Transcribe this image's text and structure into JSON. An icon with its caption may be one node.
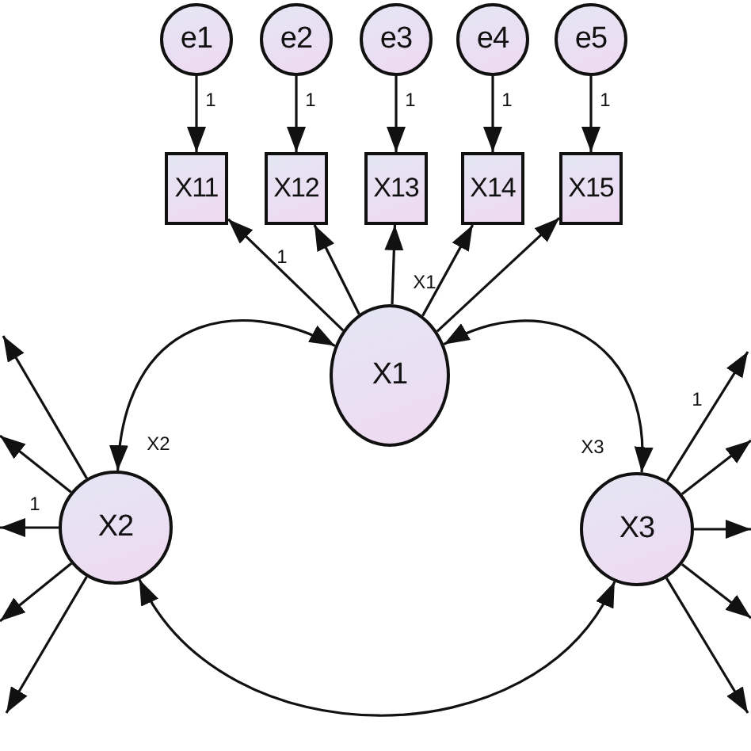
{
  "diagram": {
    "nodes": [
      {
        "text": [
          "e1"
        ]
      },
      {
        "text": [
          "e2"
        ]
      },
      {
        "text": [
          "e3"
        ]
      },
      {
        "text": [
          "e4"
        ]
      },
      {
        "text": [
          "e5"
        ]
      },
      {
        "text": [
          "X11"
        ]
      },
      {
        "text": [
          "X12"
        ]
      },
      {
        "text": [
          "X13"
        ]
      },
      {
        "text": [
          "X14"
        ]
      },
      {
        "text": [
          "X15"
        ]
      },
      {
        "text": [
          "X1"
        ],
        "beside": [
          "X1"
        ]
      },
      {
        "text": [
          "X2"
        ],
        "beside": [
          "X2"
        ]
      },
      {
        "text": [
          "X3"
        ],
        "beside": [
          "X3"
        ]
      }
    ],
    "edges": [
      {
        "from": 0,
        "to": 5,
        "arrow": "to",
        "label": "1"
      },
      {
        "from": 1,
        "to": 6,
        "arrow": "to",
        "label": "1"
      },
      {
        "from": 2,
        "to": 7,
        "arrow": "to",
        "label": "1"
      },
      {
        "from": 3,
        "to": 8,
        "arrow": "to",
        "label": "1"
      },
      {
        "from": 4,
        "to": 9,
        "arrow": "to",
        "label": "1"
      },
      {
        "from": 10,
        "to": 5,
        "arrow": "to",
        "label": "1"
      },
      {
        "from": 10,
        "to": 6,
        "arrow": "to"
      },
      {
        "from": 10,
        "to": 7,
        "arrow": "to"
      },
      {
        "from": 10,
        "to": 8,
        "arrow": "to"
      },
      {
        "from": 10,
        "to": 9,
        "arrow": "to"
      },
      {
        "from": 10,
        "to": 11,
        "arrow": "both"
      },
      {
        "from": 10,
        "to": 12,
        "arrow": "both"
      },
      {
        "from": 11,
        "to": 12,
        "arrow": "both"
      },
      {
        "from": 11,
        "to": null,
        "arrow": "to"
      },
      {
        "from": 11,
        "to": null,
        "arrow": "to"
      },
      {
        "from": 11,
        "to": null,
        "arrow": "to",
        "label": "1"
      },
      {
        "from": 11,
        "to": null,
        "arrow": "to"
      },
      {
        "from": 11,
        "to": null,
        "arrow": "to"
      },
      {
        "from": 12,
        "to": null,
        "arrow": "to",
        "label": "1"
      },
      {
        "from": 12,
        "to": null,
        "arrow": "to"
      },
      {
        "from": 12,
        "to": null,
        "arrow": "to"
      },
      {
        "from": 12,
        "to": null,
        "arrow": "to"
      },
      {
        "from": 12,
        "to": null,
        "arrow": "to"
      }
    ]
  }
}
